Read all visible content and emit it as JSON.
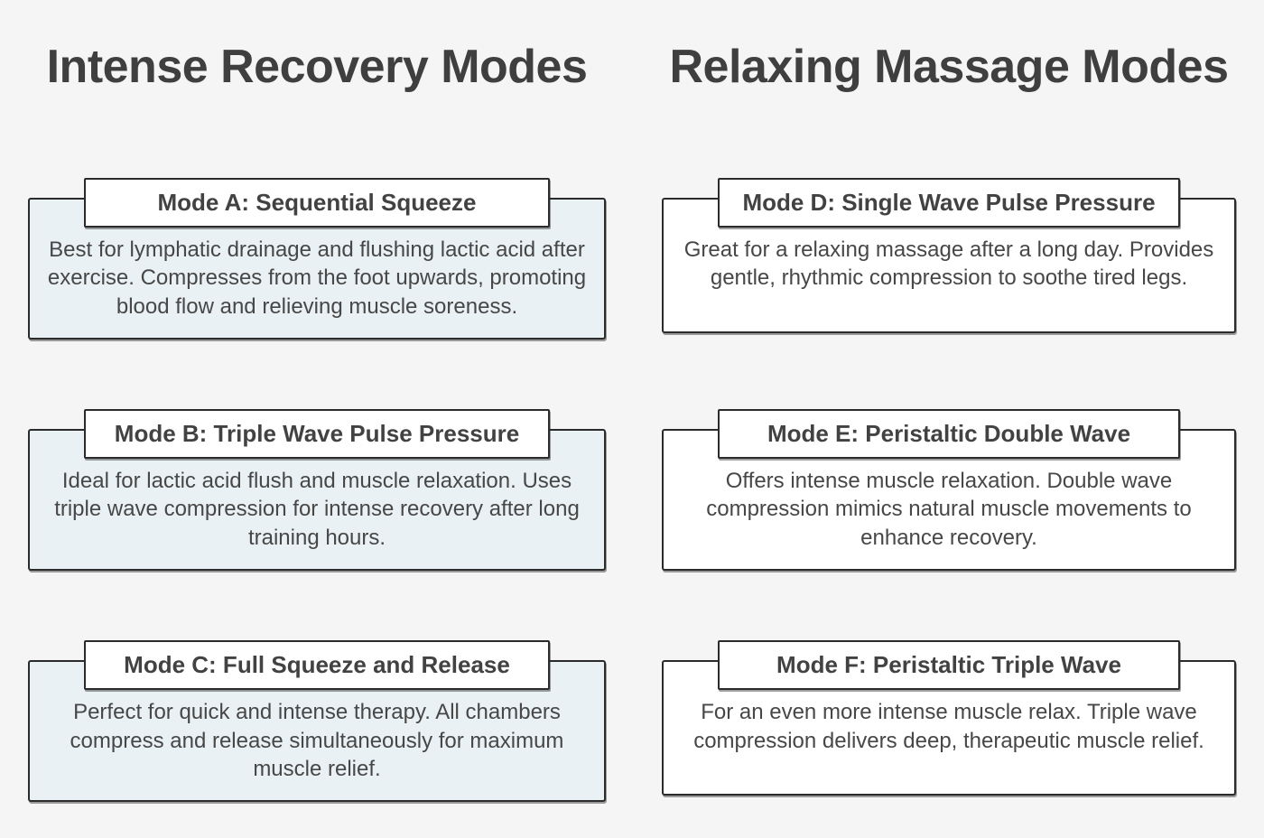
{
  "page": {
    "background": "#f5f5f6",
    "border_color": "#2b2b2b",
    "heading_color": "#3f3f3f",
    "body_text_color": "#474747"
  },
  "columns": [
    {
      "title": "Intense Recovery Modes",
      "card_bg": "#e9f1f4",
      "cards": [
        {
          "title": "Mode A: Sequential Squeeze",
          "body": "Best for lymphatic drainage and flushing lactic acid after exercise. Compresses from the foot upwards, promoting blood flow and relieving muscle soreness."
        },
        {
          "title": "Mode B: Triple Wave Pulse Pressure",
          "body": "Ideal for lactic acid flush and muscle relaxation. Uses triple wave compression for intense recovery after long training hours."
        },
        {
          "title": "Mode C: Full Squeeze and Release",
          "body": "Perfect for quick and intense therapy. All chambers compress and release simultaneously for maximum muscle relief."
        }
      ]
    },
    {
      "title": "Relaxing Massage Modes",
      "card_bg": "#ffffff",
      "cards": [
        {
          "title": "Mode D: Single Wave Pulse Pressure",
          "body": "Great for a relaxing massage after a long day. Provides gentle, rhythmic compression to soothe tired legs."
        },
        {
          "title": "Mode E: Peristaltic Double Wave",
          "body": "Offers intense muscle relaxation. Double wave compression mimics natural muscle movements to enhance recovery."
        },
        {
          "title": "Mode F: Peristaltic Triple Wave",
          "body": "For an even more intense muscle relax. Triple wave compression delivers deep, therapeutic muscle relief."
        }
      ]
    }
  ]
}
